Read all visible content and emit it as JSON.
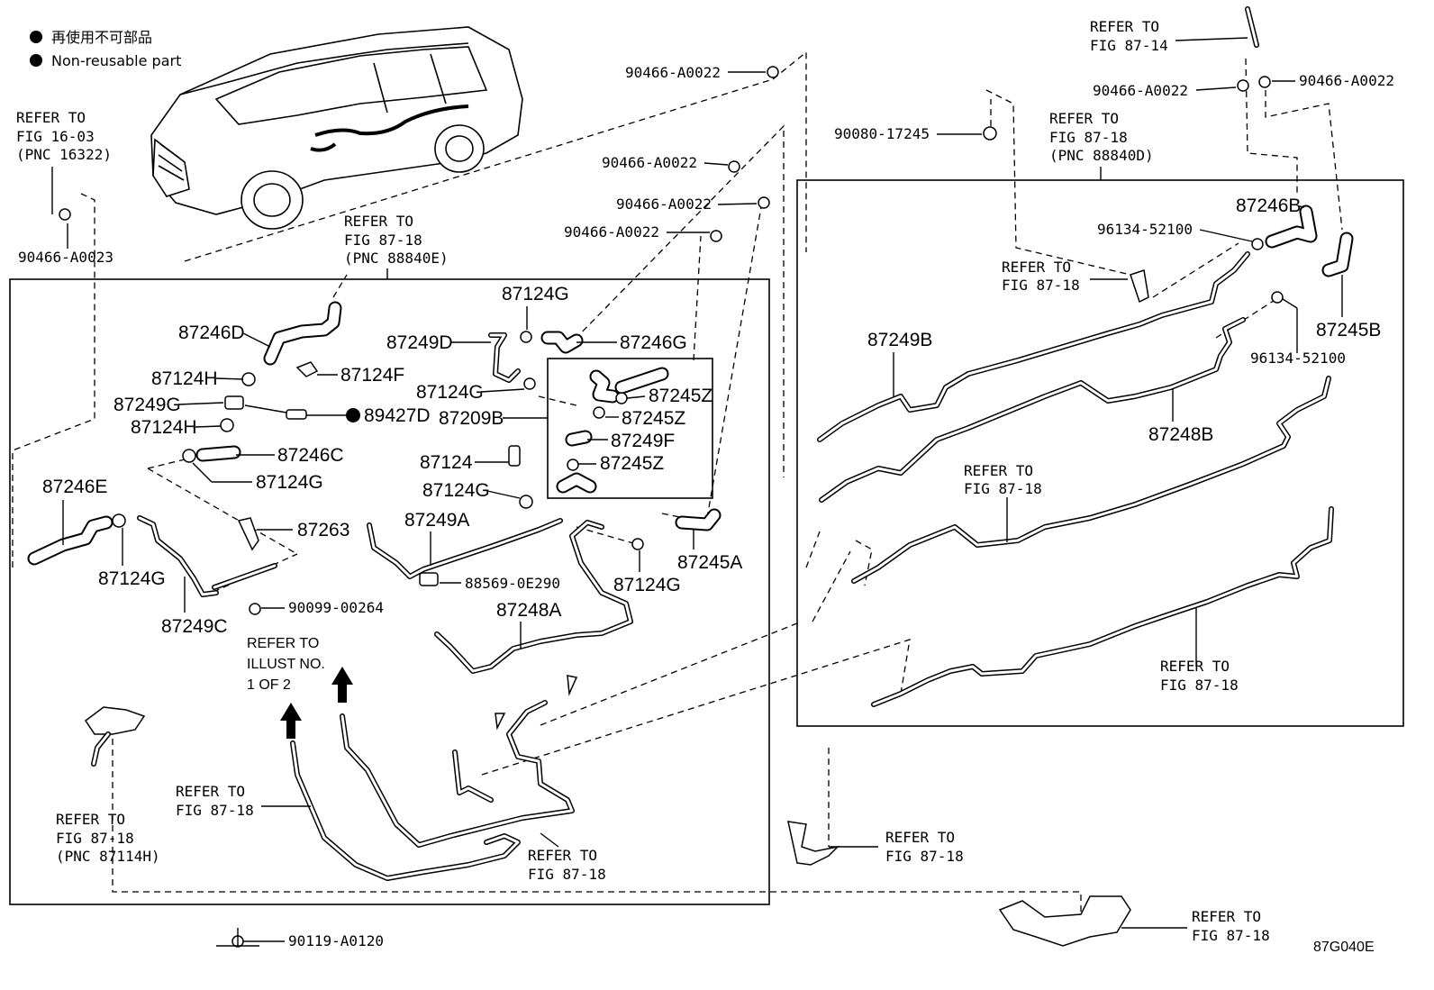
{
  "legend": {
    "japanese": "再使用不可部品",
    "english": "Non-reusable part"
  },
  "diagram_code": "87G040E",
  "refer_blocks": {
    "fig_16_03": {
      "line1": "REFER TO",
      "line2": "FIG 16-03",
      "line3": "(PNC 16322)"
    },
    "fig_87_18_pnc_88840e": {
      "line1": "REFER TO",
      "line2": "FIG 87-18",
      "line3": "(PNC 88840E)"
    },
    "fig_87_14": {
      "line1": "REFER TO",
      "line2": "FIG 87-14"
    },
    "fig_87_18_pnc_88840d": {
      "line1": "REFER TO",
      "line2": "FIG 87-18",
      "line3": "(PNC 88840D)"
    },
    "fig_87_18_right_a": {
      "line1": "REFER TO",
      "line2": "FIG 87-18"
    },
    "fig_87_18_right_b": {
      "line1": "REFER TO",
      "line2": "FIG 87-18"
    },
    "fig_87_18_right_c": {
      "line1": "REFER TO",
      "line2": "FIG 87-18"
    },
    "illust": {
      "line1": "REFER TO",
      "line2": "ILLUST NO.",
      "line3": "1 OF 2"
    },
    "fig_87_18_lower_left": {
      "line1": "REFER TO",
      "line2": "FIG 87-18"
    },
    "fig_87_18_pnc_87114h": {
      "line1": "REFER TO",
      "line2": "FIG 87-18",
      "line3": "(PNC 87114H)"
    },
    "fig_87_18_lower_mid": {
      "line1": "REFER TO",
      "line2": "FIG 87-18"
    },
    "fig_87_18_bottom_mid": {
      "line1": "REFER TO",
      "line2": "FIG 87-18"
    },
    "fig_87_18_bottom_right": {
      "line1": "REFER TO",
      "line2": "FIG 87-18"
    }
  },
  "part_numbers": {
    "p90466_a0023": "90466-A0023",
    "p90466_a0022_a": "90466-A0022",
    "p90466_a0022_b": "90466-A0022",
    "p90466_a0022_c": "90466-A0022",
    "p90466_a0022_d": "90466-A0022",
    "p90466_a0022_e": "90466-A0022",
    "p90466_a0022_f": "90466-A0022",
    "p90080_17245": "90080-17245",
    "p96134_52100_a": "96134-52100",
    "p96134_52100_b": "96134-52100",
    "p88569_0e290": "88569-0E290",
    "p90099_00264": "90099-00264",
    "p90119_a0120": "90119-A0120"
  },
  "pnc": {
    "c87246D": "87246D",
    "c87124H_a": "87124H",
    "c87124F": "87124F",
    "c87249G": "87249G",
    "c89427D": "89427D",
    "c87124H_b": "87124H",
    "c87246C": "87246C",
    "c87124G_a": "87124G",
    "c87246E": "87246E",
    "c87124G_b": "87124G",
    "c87263": "87263",
    "c87249C": "87249C",
    "c87124G_top": "87124G",
    "c87249D": "87249D",
    "c87246G": "87246G",
    "c87124G_c": "87124G",
    "c87245Z_a": "87245Z",
    "c87209B": "87209B",
    "c87245Z_b": "87245Z",
    "c87249F": "87249F",
    "c87124": "87124",
    "c87245Z_c": "87245Z",
    "c87124G_d": "87124G",
    "c87249A": "87249A",
    "c87124G_e": "87124G",
    "c87245A": "87245A",
    "c87248A": "87248A",
    "c87246B": "87246B",
    "c87249B": "87249B",
    "c87245B": "87245B",
    "c87248B": "87248B"
  }
}
